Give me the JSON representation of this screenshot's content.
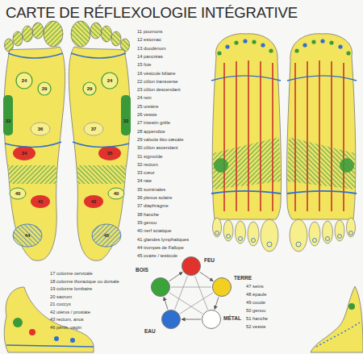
{
  "diagram": {
    "title": "CARTE DE RÉFLEXOLOGIE INTÉGRATIVE",
    "nodes": [
      {
        "text": [
          "BOIS"
        ]
      },
      {
        "text": [
          "FEU"
        ]
      },
      {
        "text": [
          "TERRE"
        ]
      },
      {
        "text": [
          "MÉTAL"
        ]
      },
      {
        "text": [
          "EAU"
        ]
      }
    ],
    "edges": [
      {
        "from": 0,
        "to": 1,
        "arrow": "to"
      },
      {
        "from": 1,
        "to": 2,
        "arrow": "to"
      },
      {
        "from": 2,
        "to": 3,
        "arrow": "to"
      },
      {
        "from": 3,
        "to": 4,
        "arrow": "to"
      },
      {
        "from": 4,
        "to": 0,
        "arrow": "to"
      },
      {
        "from": 0,
        "to": 2,
        "arrow": "none"
      },
      {
        "from": 2,
        "to": 4,
        "arrow": "none"
      },
      {
        "from": 4,
        "to": 1,
        "arrow": "none"
      },
      {
        "from": 1,
        "to": 3,
        "arrow": "none"
      },
      {
        "from": 3,
        "to": 0,
        "arrow": "none"
      }
    ],
    "labels": [
      "24",
      "29",
      "33",
      "34",
      "36",
      "40",
      "41",
      "44",
      "24",
      "29",
      "33",
      "35",
      "37",
      "40",
      "42",
      "45",
      "11 poumons",
      "12 estomac",
      "13 duodénum",
      "14 pancréas",
      "15 foie",
      "16 vésicule biliaire",
      "22 côlon transverse",
      "23 côlon descendant",
      "24 rein",
      "25 uretère",
      "26 vessie",
      "27 intestin grêle",
      "28 appendice",
      "29 valvule iléo-cæcale",
      "30 côlon ascendant",
      "31 sigmoïde",
      "32 rectum",
      "33 cœur",
      "34 rate",
      "35 surrénales",
      "36 plexus solaire",
      "37 diaphragme",
      "38 hanche",
      "39 genou",
      "40 nerf sciatique",
      "41 glandes lymphatiques",
      "44 trompes de Fallope",
      "45 ovaire / testicule",
      "17 colonne cervicale",
      "18 colonne thoracique ou dorsale",
      "19 colonne lombaire",
      "20 sacrum",
      "21 coccyx",
      "42 utérus / prostate",
      "43 rectum, anus",
      "46 pénis, vagin",
      "47 seins",
      "48 épaule",
      "49 coude",
      "50 genou",
      "51 hanche",
      "52 vessie"
    ]
  }
}
